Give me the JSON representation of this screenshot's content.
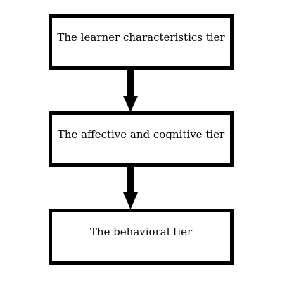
{
  "diagram": {
    "tiers": [
      {
        "label": "The learner characteristics tier"
      },
      {
        "label": "The affective and cognitive tier"
      },
      {
        "label": "The behavioral tier"
      }
    ],
    "connections": [
      {
        "from": 0,
        "to": 1
      },
      {
        "from": 1,
        "to": 2
      }
    ],
    "colors": {
      "stroke": "#000000",
      "fill": "#ffffff"
    }
  }
}
